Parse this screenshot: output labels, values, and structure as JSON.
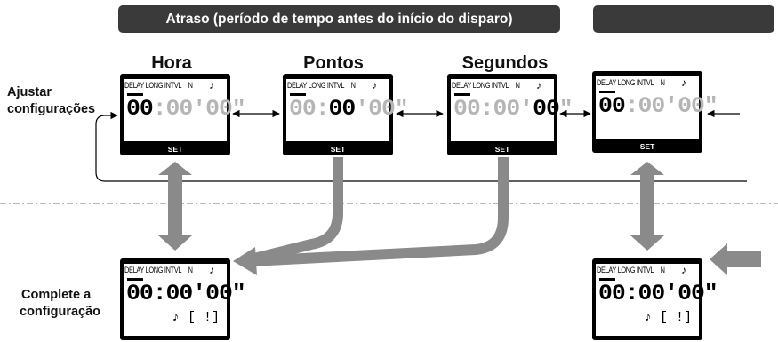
{
  "banners": {
    "main": "Atraso (período de tempo antes do início do disparo)",
    "secondary": ""
  },
  "columns": {
    "hora": "Hora",
    "pontos": "Pontos",
    "segundos": "Segundos"
  },
  "side_labels": {
    "adjust": [
      "Ajustar",
      "configurações"
    ],
    "complete": [
      "Complete a",
      "configuração"
    ]
  },
  "lcd": {
    "header_left": "DELAY LONG INTVL",
    "header_n": "N",
    "note_icon": "♪",
    "set_label": "SET",
    "time_hh": "00",
    "colon": ":",
    "time_mm": "00",
    "apostrophe": "'",
    "time_ss": "00",
    "quote": "\"",
    "bottom_text": "♪ [    !]"
  },
  "colors": {
    "banner_bg": "#3a3a3a",
    "arrow_gray": "#8a8a8a",
    "lcd_bg": "#000000",
    "dim_digit": "#b5b5b5"
  },
  "icons": [
    "double-arrow-icon",
    "arrow-left-icon",
    "music-note-icon",
    "loop-arrow-icon"
  ]
}
